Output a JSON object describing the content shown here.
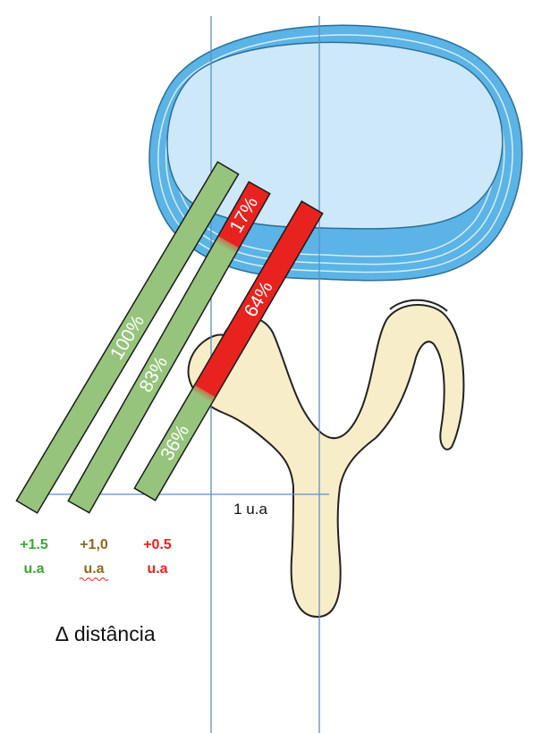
{
  "figure": {
    "colors": {
      "disc_outer": "#5BB4E5",
      "disc_inner": "#CDE8F8",
      "bone": "#F8EDC9",
      "bar_green": "#96C47C",
      "bar_red": "#E8231F",
      "guide_line": "#5B8FC9",
      "label_green": "#3FA535",
      "label_olive": "#8A6A1E",
      "label_red": "#E8231F"
    },
    "bars": [
      {
        "id": "bar-1-5",
        "segments": [
          {
            "label": "100%",
            "color": "green",
            "fraction": 1.0
          }
        ]
      },
      {
        "id": "bar-1-0",
        "segments": [
          {
            "label": "83%",
            "color": "green",
            "fraction": 0.83
          },
          {
            "label": "17%",
            "color": "red",
            "fraction": 0.17
          }
        ]
      },
      {
        "id": "bar-0-5",
        "segments": [
          {
            "label": "36%",
            "color": "green",
            "fraction": 0.36
          },
          {
            "label": "64%",
            "color": "red",
            "fraction": 0.64
          }
        ]
      }
    ],
    "scale_label": "1 u.a",
    "distances": [
      {
        "value": "+1.5",
        "unit": "u.a",
        "color": "green"
      },
      {
        "value": "+1,0",
        "unit": "u.a",
        "color": "olive"
      },
      {
        "value": "+0.5",
        "unit": "u.a",
        "color": "red"
      }
    ],
    "delta_label": "∆ distância"
  }
}
